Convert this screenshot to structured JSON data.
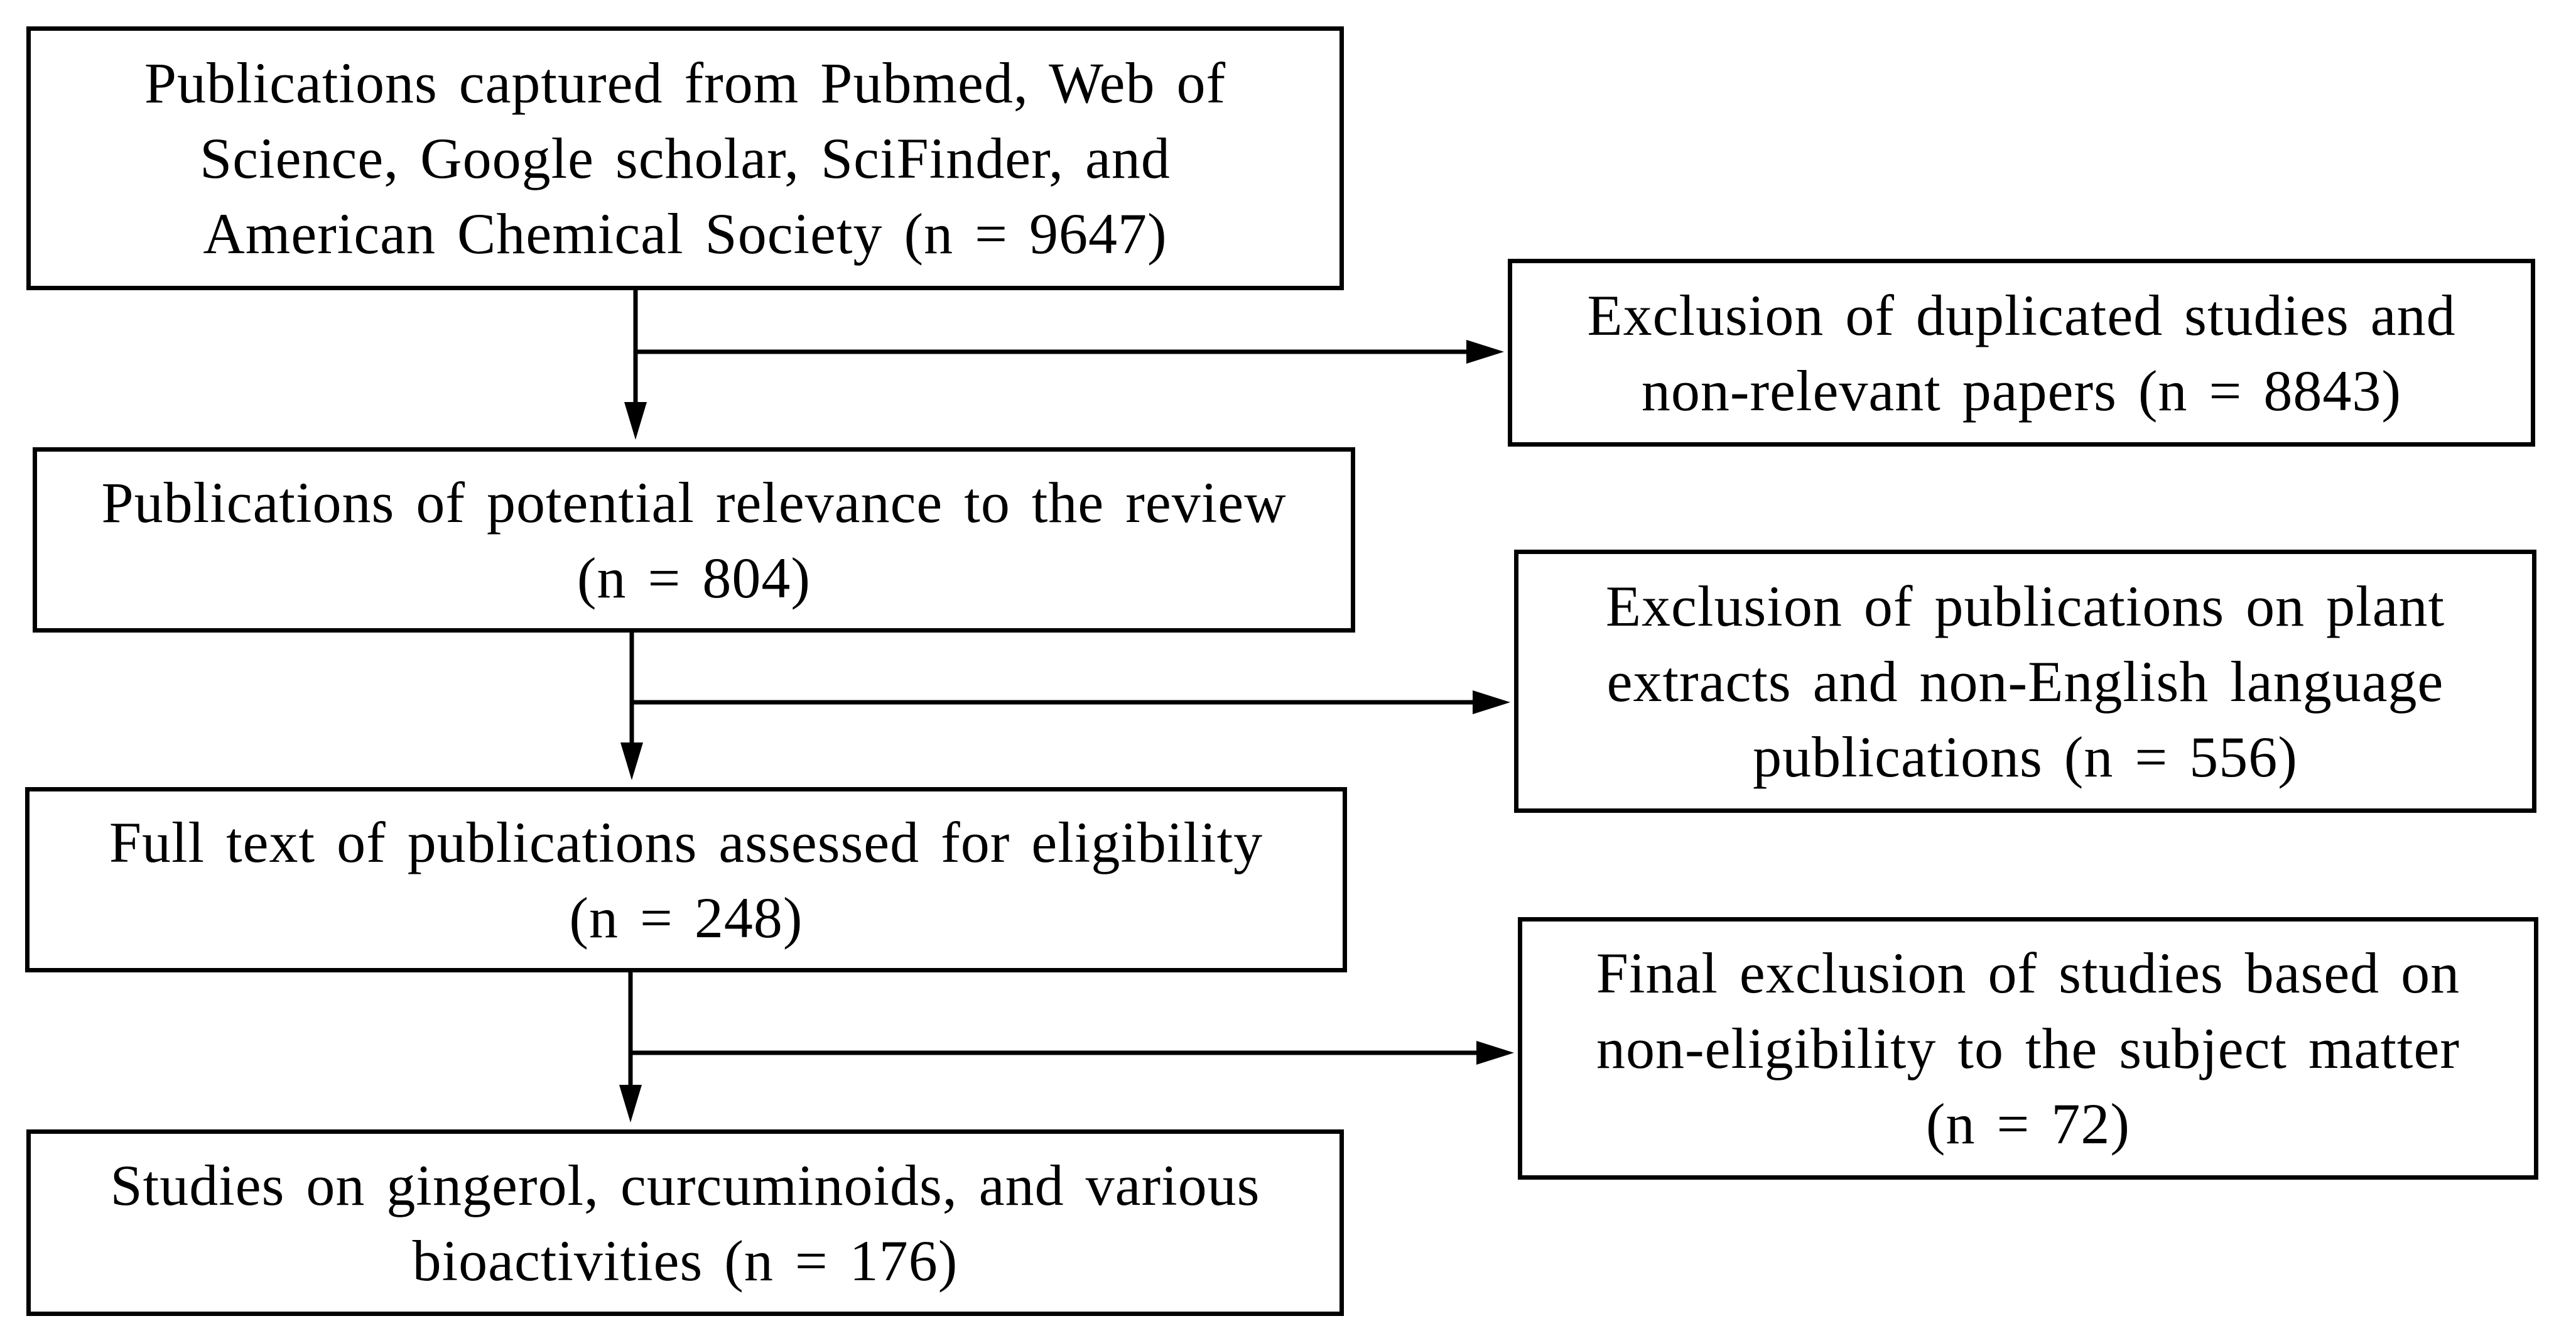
{
  "boxes": {
    "captured": {
      "lines": [
        "Publications captured from Pubmed, Web of",
        "Science, Google scholar, SciFinder, and",
        "American Chemical Society (n = 9647)"
      ]
    },
    "potential": {
      "lines": [
        "Publications of potential relevance to the review",
        "(n = 804)"
      ]
    },
    "fulltext": {
      "lines": [
        "Full text of publications assessed for eligibility",
        "(n = 248)"
      ]
    },
    "final_studies": {
      "lines": [
        "Studies on gingerol, curcuminoids, and various",
        "bioactivities (n = 176)"
      ]
    }
  },
  "exclusions": {
    "duplicates": {
      "lines": [
        "Exclusion of duplicated studies and",
        "non-relevant papers (n = 8843)"
      ]
    },
    "plant_extracts": {
      "lines": [
        "Exclusion of publications on plant",
        "extracts and non-English language",
        "publications (n = 556)"
      ]
    },
    "non_eligibility": {
      "lines": [
        "Final exclusion of studies based on",
        "non-eligibility to the subject matter",
        "(n = 72)"
      ]
    }
  },
  "colors": {
    "stroke": "#000000",
    "background": "#ffffff"
  }
}
